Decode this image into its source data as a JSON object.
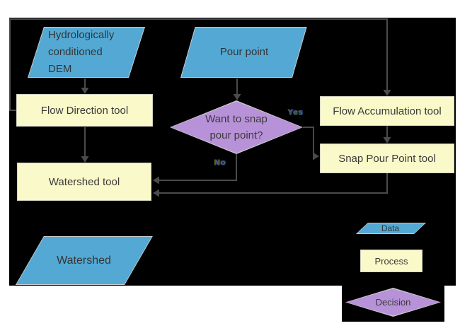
{
  "diagram": {
    "kind": "flowchart",
    "topic": "Watershed delineation workflow (ArcGIS hydrology tools)"
  },
  "nodes": {
    "dem": {
      "type": "data",
      "lines": [
        "Hydrologically",
        "conditioned",
        "DEM"
      ]
    },
    "pour_point": {
      "type": "data",
      "label": "Pour point"
    },
    "flow_direction": {
      "type": "process",
      "label": "Flow Direction tool"
    },
    "flow_accumulation": {
      "type": "process",
      "label": "Flow Accumulation tool"
    },
    "snap_pour_point": {
      "type": "process",
      "label": "Snap Pour Point tool"
    },
    "watershed_tool": {
      "type": "process",
      "label": "Watershed tool"
    },
    "watershed": {
      "type": "data",
      "label": "Watershed"
    },
    "decision": {
      "type": "decision",
      "lines": [
        "Want to snap",
        "pour point?"
      ]
    }
  },
  "edge_labels": {
    "yes": "Yes",
    "no": "No"
  },
  "legend": {
    "data": "Data",
    "process": "Process",
    "decision": "Decision"
  },
  "colors": {
    "background": "#000000",
    "canvas": "#ffffff",
    "data_fill": "#53a9d4",
    "process_fill": "#faf9c9",
    "decision_fill": "#b892d8",
    "connector": "#4a4a4a",
    "shape_text": "#3a3a3a"
  }
}
